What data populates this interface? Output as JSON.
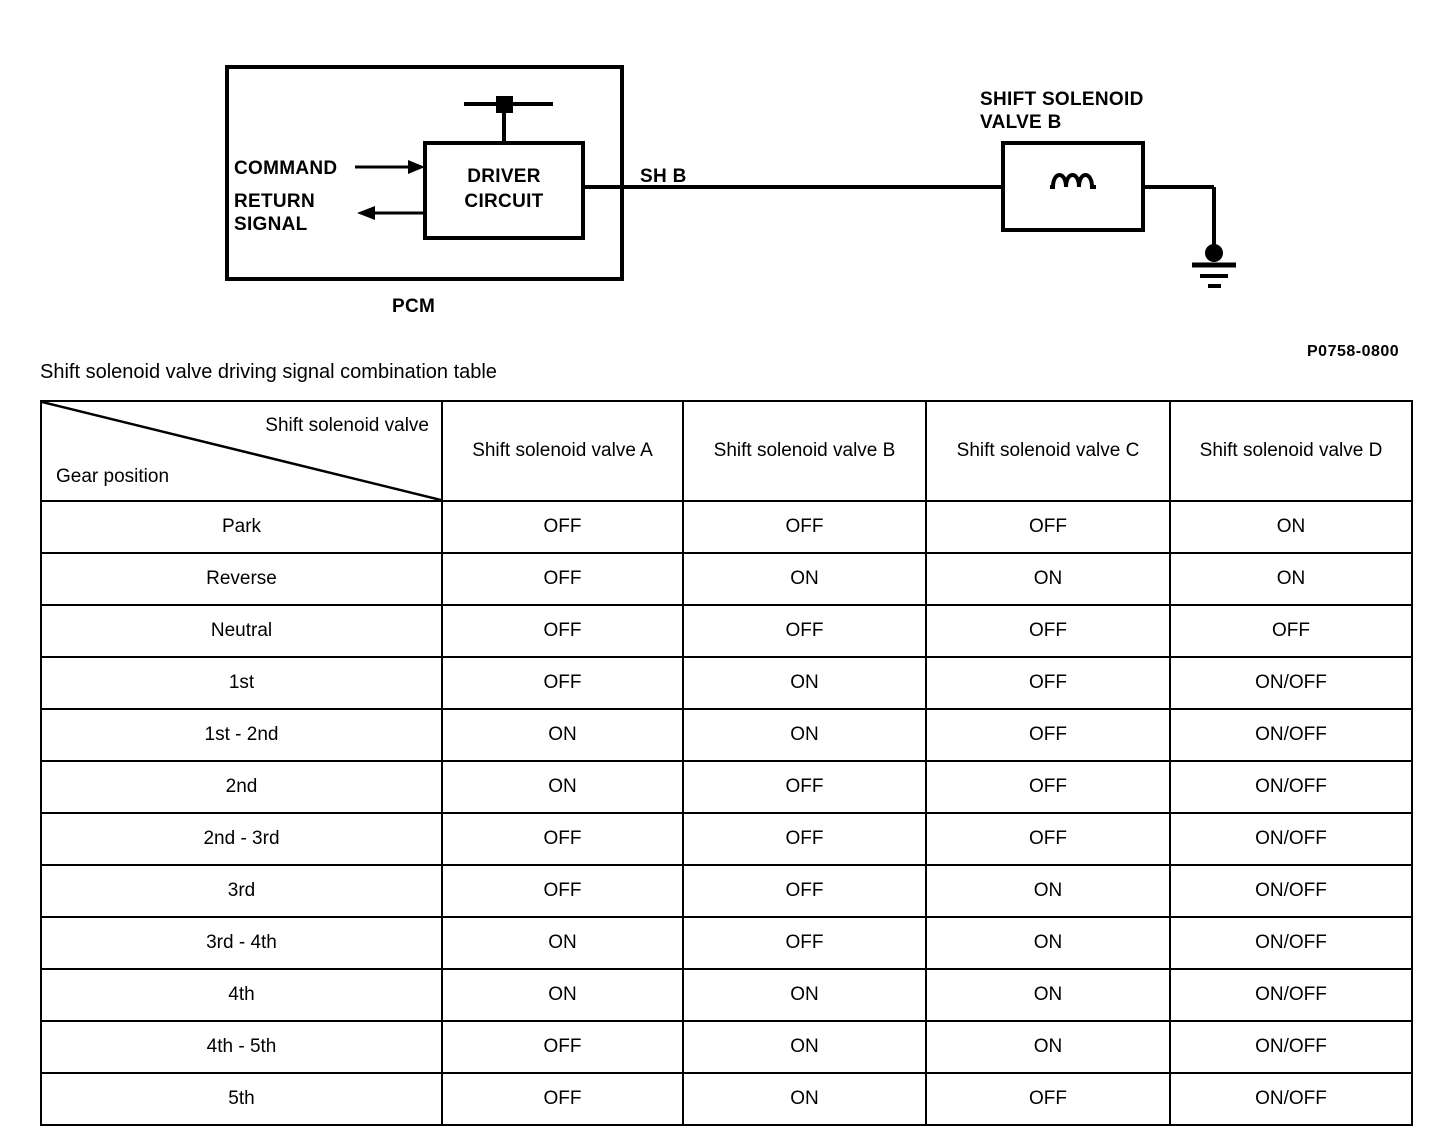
{
  "diagram": {
    "pcm_label": "PCM",
    "driver_circuit_label": "DRIVER\nCIRCUIT",
    "command_label": "COMMAND",
    "return_signal_label": "RETURN\nSIGNAL",
    "wire_label": "SH B",
    "solenoid_label": "SHIFT SOLENOID\nVALVE B",
    "reference_code": "P0758-0800",
    "colors": {
      "line": "#000000",
      "background": "#ffffff"
    }
  },
  "table": {
    "caption": "Shift solenoid valve driving signal combination table",
    "corner": {
      "top_label": "Shift solenoid valve",
      "bottom_label": "Gear position"
    },
    "columns": [
      "Shift solenoid\nvalve A",
      "Shift solenoid\nvalve B",
      "Shift solenoid\nvalve C",
      "Shift solenoid\nvalve D"
    ],
    "rows": [
      {
        "gear": "Park",
        "a": "OFF",
        "b": "OFF",
        "c": "OFF",
        "d": "ON"
      },
      {
        "gear": "Reverse",
        "a": "OFF",
        "b": "ON",
        "c": "ON",
        "d": "ON"
      },
      {
        "gear": "Neutral",
        "a": "OFF",
        "b": "OFF",
        "c": "OFF",
        "d": "OFF"
      },
      {
        "gear": "1st",
        "a": "OFF",
        "b": "ON",
        "c": "OFF",
        "d": "ON/OFF"
      },
      {
        "gear": "1st - 2nd",
        "a": "ON",
        "b": "ON",
        "c": "OFF",
        "d": "ON/OFF"
      },
      {
        "gear": "2nd",
        "a": "ON",
        "b": "OFF",
        "c": "OFF",
        "d": "ON/OFF"
      },
      {
        "gear": "2nd - 3rd",
        "a": "OFF",
        "b": "OFF",
        "c": "OFF",
        "d": "ON/OFF"
      },
      {
        "gear": "3rd",
        "a": "OFF",
        "b": "OFF",
        "c": "ON",
        "d": "ON/OFF"
      },
      {
        "gear": "3rd - 4th",
        "a": "ON",
        "b": "OFF",
        "c": "ON",
        "d": "ON/OFF"
      },
      {
        "gear": "4th",
        "a": "ON",
        "b": "ON",
        "c": "ON",
        "d": "ON/OFF"
      },
      {
        "gear": "4th - 5th",
        "a": "OFF",
        "b": "ON",
        "c": "ON",
        "d": "ON/OFF"
      },
      {
        "gear": "5th",
        "a": "OFF",
        "b": "ON",
        "c": "OFF",
        "d": "ON/OFF"
      }
    ]
  }
}
